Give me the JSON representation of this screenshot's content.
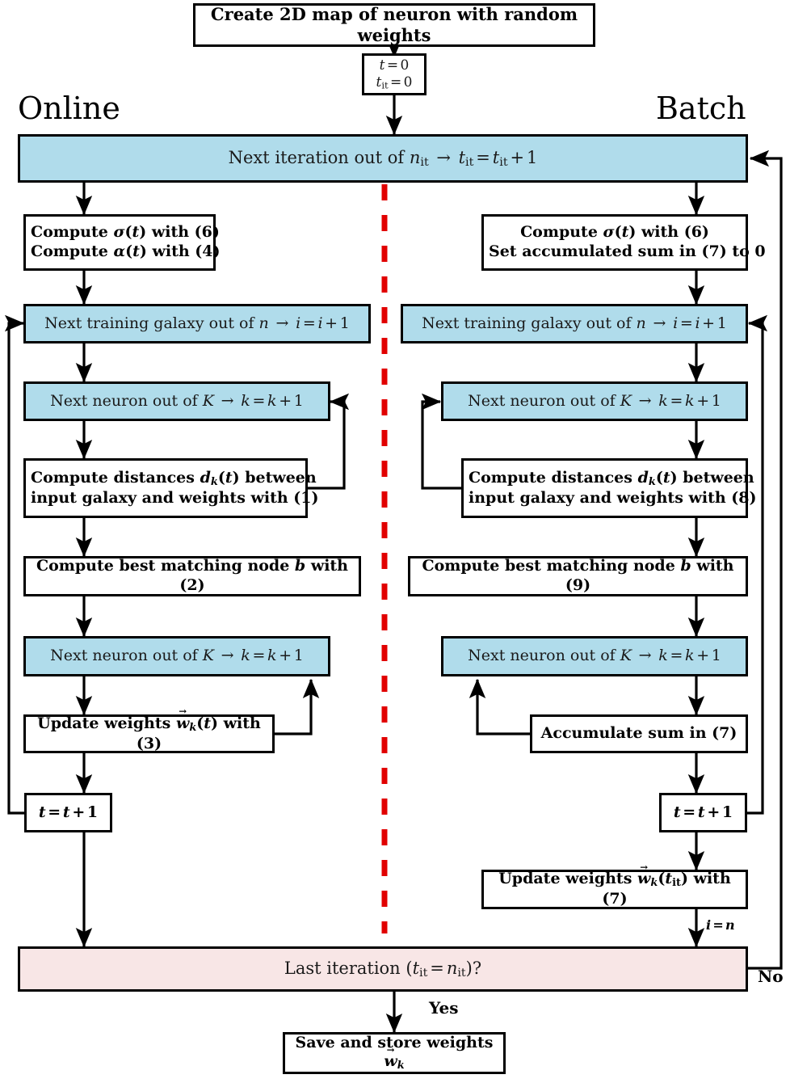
{
  "diagram": {
    "title": "SOM training flowchart (online vs batch)",
    "colors": {
      "blue_fill": "#b0dceb",
      "pink_fill": "#f8e6e6",
      "divider_red": "#e10000",
      "stroke": "#000000",
      "background": "#ffffff"
    },
    "section_labels": {
      "left": "Online",
      "right": "Batch"
    },
    "nodes": {
      "start": "Create 2D map of neuron with random weights",
      "init_line1": "t = 0",
      "init_line2": "t_it = 0",
      "iteration_bar": "Next iteration out of n_it  →  t_it = t_it + 1",
      "online_compute_line1": "Compute σ(t) with (6)",
      "online_compute_line2": "Compute α(t) with (4)",
      "batch_compute_line1": "Compute σ(t) with (6)",
      "batch_compute_line2": "Set accumulated sum in (7) to 0",
      "online_next_galaxy": "Next training galaxy out of n  →  i = i + 1",
      "batch_next_galaxy": "Next training galaxy out of n  →  i = i + 1",
      "online_next_neuron_1": "Next neuron out of K  →  k = k + 1",
      "batch_next_neuron_1": "Next neuron out of K  →  k = k + 1",
      "online_distances_line1": "Compute distances d_k(t) between",
      "online_distances_line2": "input galaxy and weights with (1)",
      "batch_distances_line1": "Compute distances d_k(t) between",
      "batch_distances_line2": "input galaxy and weights with (8)",
      "online_bmu": "Compute best matching node b with (2)",
      "batch_bmu": "Compute best matching node b with (9)",
      "online_next_neuron_2": "Next neuron out of K  →  k = k + 1",
      "batch_next_neuron_2": "Next neuron out of K  →  k = k + 1",
      "online_update": "Update weights w_k(t) with (3)",
      "batch_accumulate": "Accumulate sum in (7)",
      "online_t_increment": "t = t + 1",
      "batch_t_increment": "t = t + 1",
      "batch_update": "Update weights w_k(t_it) with (7)",
      "decision": "Last iteration (t_it = n_it)?",
      "finish": "Save and store weights w_k"
    },
    "edge_labels": {
      "yes": "Yes",
      "no": "No",
      "i_equals_n": "i = n"
    }
  }
}
